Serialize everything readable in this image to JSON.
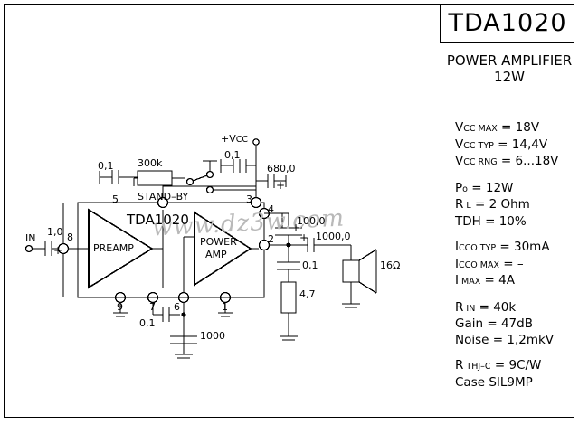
{
  "sheet": {
    "title": "TDA1020",
    "subtitle_line1": "POWER  AMPLIFIER",
    "subtitle_line2": "12W",
    "watermark": "www.dz3w.com",
    "border_color": "#000000",
    "watermark_color": "#b9b9b9"
  },
  "specs": [
    {
      "rows": [
        {
          "name": "Vcc MAX",
          "text": "V",
          "sub": "CC",
          "small": "MAX",
          "value": "= 18V"
        },
        {
          "name": "Vcc TYP",
          "text": "V",
          "sub": "CC",
          "small": "TYP",
          "value": "= 14,4V"
        },
        {
          "name": "Vcc RNG",
          "text": "V",
          "sub": "CC",
          "small": "RNG",
          "value": "= 6...18V"
        }
      ]
    },
    {
      "rows": [
        {
          "name": "Po",
          "text": "P",
          "sub": "o",
          "small": "",
          "value": "= 12W"
        },
        {
          "name": "RL",
          "text": "R",
          "sub": "",
          "small": "L",
          "value": "=  2 Ohm"
        },
        {
          "name": "TDH",
          "text": "TDH",
          "sub": "",
          "small": "",
          "value": "= 10%"
        }
      ]
    },
    {
      "rows": [
        {
          "name": "Icco TYP",
          "text": "I",
          "sub": "CCO",
          "small": "TYP",
          "value": "= 30mA"
        },
        {
          "name": "Icco MAX",
          "text": "I",
          "sub": "CCO",
          "small": "MAX",
          "value": "= –"
        },
        {
          "name": "Imax",
          "text": "I",
          "sub": "",
          "small": "MAX",
          "value": "=     4A"
        }
      ]
    },
    {
      "rows": [
        {
          "name": "Rin",
          "text": "R",
          "sub": "",
          "small": "IN",
          "value": "  = 40k"
        },
        {
          "name": "Gain",
          "text": "Gain",
          "sub": "",
          "small": "",
          "value": " = 47dB"
        },
        {
          "name": "Noise",
          "text": "Noise",
          "sub": "",
          "small": "",
          "value": "= 1,2mkV"
        }
      ]
    },
    {
      "rows": [
        {
          "name": "Rthj-c",
          "text": "R",
          "sub": "",
          "small": "THJ–C",
          "value": " = 9C/W"
        },
        {
          "name": "Case",
          "text": "Case",
          "sub": "",
          "small": "",
          "value": "   SIL9MP"
        }
      ]
    }
  ],
  "schematic": {
    "ic_label": "TDA1020",
    "block_preamp": "PREAMP",
    "block_power_line1": "POWER",
    "block_power_line2": "AMP",
    "standby_label": "STAND–BY",
    "supply_label": "+V",
    "supply_label_sub": "CC",
    "input_label": "IN",
    "pins": [
      "5",
      "3",
      "4",
      "2",
      "8",
      "9",
      "7",
      "6",
      "1"
    ],
    "components": {
      "c_input": "1,0",
      "c_pin5": "0,1",
      "r_standby": "300k",
      "c_supply_small": "0,1",
      "c_supply_big": "680,0",
      "c_boot": "100,0",
      "c_output": "1000,0",
      "c_zobel": "0,1",
      "r_zobel": "4,7",
      "c_pin7": "0,1",
      "c_pin6": "1000",
      "speaker": "16Ω"
    }
  }
}
